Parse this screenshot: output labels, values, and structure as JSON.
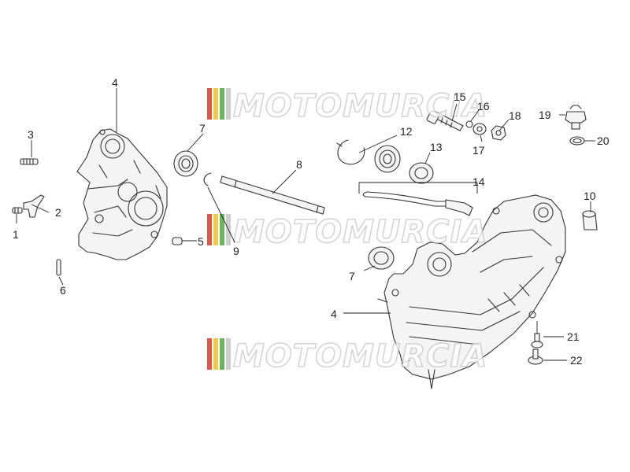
{
  "watermark": {
    "text": "MOTOMURCIA",
    "stripe_colors": [
      "#d9453d",
      "#f2c438",
      "#5dab4f",
      "#c9c9c9"
    ]
  },
  "callouts": [
    {
      "id": "c4a",
      "text": "4"
    },
    {
      "id": "c3",
      "text": "3"
    },
    {
      "id": "c2",
      "text": "2"
    },
    {
      "id": "c1",
      "text": "1"
    },
    {
      "id": "c6",
      "text": "6"
    },
    {
      "id": "c5",
      "text": "5"
    },
    {
      "id": "c7a",
      "text": "7"
    },
    {
      "id": "c9",
      "text": "9"
    },
    {
      "id": "c8",
      "text": "8"
    },
    {
      "id": "c12",
      "text": "12"
    },
    {
      "id": "c13",
      "text": "13"
    },
    {
      "id": "c15",
      "text": "15"
    },
    {
      "id": "c16",
      "text": "16"
    },
    {
      "id": "c17",
      "text": "17"
    },
    {
      "id": "c18",
      "text": "18"
    },
    {
      "id": "c19",
      "text": "19"
    },
    {
      "id": "c20",
      "text": "20"
    },
    {
      "id": "c14",
      "text": "14"
    },
    {
      "id": "c10",
      "text": "10"
    },
    {
      "id": "c7b",
      "text": "7"
    },
    {
      "id": "c4b",
      "text": "4"
    },
    {
      "id": "c21",
      "text": "21"
    },
    {
      "id": "c22",
      "text": "22"
    }
  ]
}
